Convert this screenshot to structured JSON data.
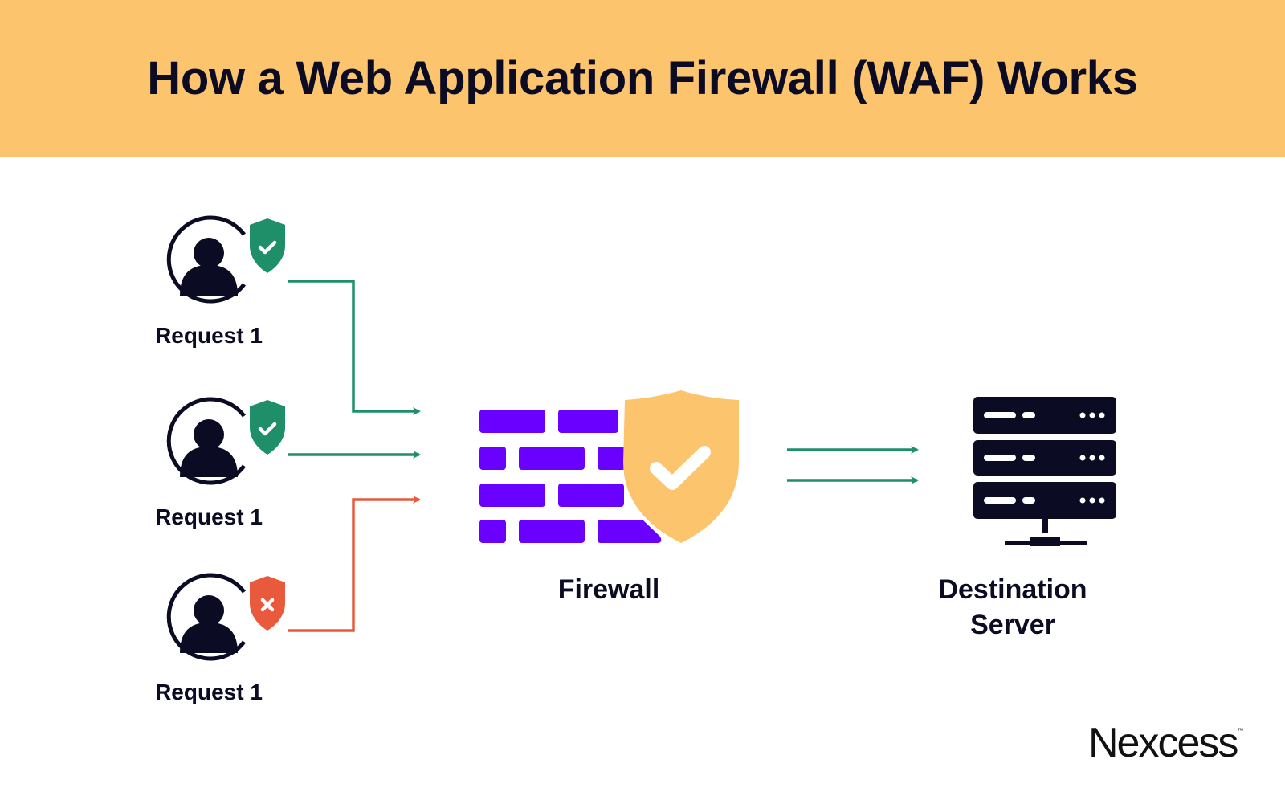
{
  "header": {
    "title": "How a Web Application Firewall (WAF) Works"
  },
  "requests": [
    {
      "label": "Request 1",
      "status": "allowed",
      "badge_icon": "shield-check-icon"
    },
    {
      "label": "Request 1",
      "status": "allowed",
      "badge_icon": "shield-check-icon"
    },
    {
      "label": "Request 1",
      "status": "blocked",
      "badge_icon": "shield-x-icon"
    }
  ],
  "firewall": {
    "label": "Firewall",
    "icon": "brick-wall-shield-check-icon"
  },
  "server": {
    "label_line1": "Destination",
    "label_line2": "Server",
    "icon": "server-rack-icon"
  },
  "brand": {
    "name": "Nexcess",
    "trademark": "™"
  },
  "colors": {
    "header_bg": "#fcc46d",
    "text_dark": "#0b0c24",
    "allowed_green": "#1f8f6a",
    "blocked_red": "#e85a3b",
    "wall_purple": "#6a00ff",
    "shield_yellow": "#fcc46d"
  }
}
